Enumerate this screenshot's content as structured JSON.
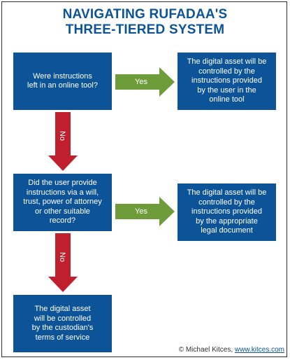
{
  "title": {
    "line1": "NAVIGATING RUFADAA'S",
    "line2": "THREE-TIERED SYSTEM"
  },
  "boxes": {
    "q1": "Were instructions\nleft in an online tool?",
    "r1": "The digital asset will be\ncontrolled by the\ninstructions provided\nby the user in the\nonline tool",
    "q2": "Did the user provide\ninstructions via a will,\ntrust, power of attorney\nor other suitable\nrecord?",
    "r2": "The digital asset will be\ncontrolled by the\ninstructions provided\nby the appropriate\nlegal document",
    "r3": "The digital asset\nwill be controlled\nby the custodian's\nterms of service"
  },
  "arrows": {
    "yes1": "Yes",
    "no1": "No",
    "yes2": "Yes",
    "no2": "No"
  },
  "credit": {
    "text": "© Michael Kitces, ",
    "link": "www.kitces.com"
  },
  "colors": {
    "box": "#0c5497",
    "yes_arrow": "#6e9c3a",
    "no_arrow": "#c0202e",
    "title": "#0c5497"
  }
}
